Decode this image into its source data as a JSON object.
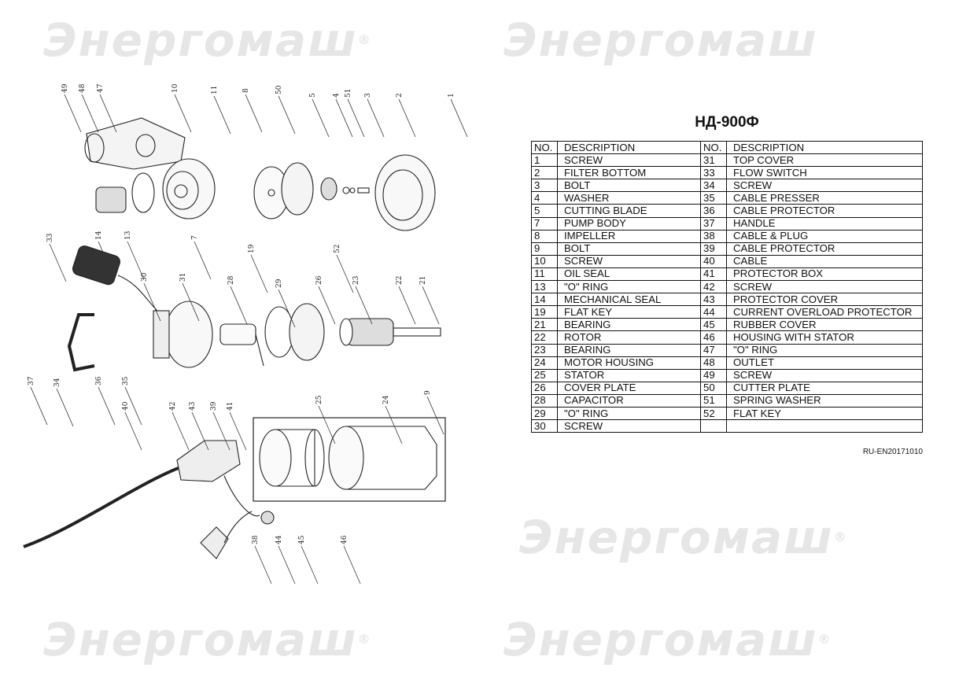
{
  "document": {
    "title": "НД-900Ф",
    "doc_code": "RU-EN20171010",
    "watermark": "Энергомаш",
    "watermark_mark": "®"
  },
  "table": {
    "headers": {
      "no": "NO.",
      "description": "DESCRIPTION"
    },
    "left": [
      {
        "no": "1",
        "desc": "SCREW"
      },
      {
        "no": "2",
        "desc": "FILTER BOTTOM"
      },
      {
        "no": "3",
        "desc": "BOLT"
      },
      {
        "no": "4",
        "desc": "WASHER"
      },
      {
        "no": "5",
        "desc": "CUTTING BLADE"
      },
      {
        "no": "7",
        "desc": "PUMP BODY"
      },
      {
        "no": "8",
        "desc": "IMPELLER"
      },
      {
        "no": "9",
        "desc": "BOLT"
      },
      {
        "no": "10",
        "desc": "SCREW"
      },
      {
        "no": "11",
        "desc": "OIL SEAL"
      },
      {
        "no": "13",
        "desc": "\"O\" RING"
      },
      {
        "no": "14",
        "desc": "MECHANICAL SEAL"
      },
      {
        "no": "19",
        "desc": "FLAT KEY"
      },
      {
        "no": "21",
        "desc": "BEARING"
      },
      {
        "no": "22",
        "desc": "ROTOR"
      },
      {
        "no": "23",
        "desc": "BEARING"
      },
      {
        "no": "24",
        "desc": "MOTOR HOUSING"
      },
      {
        "no": "25",
        "desc": "STATOR"
      },
      {
        "no": "26",
        "desc": "COVER PLATE"
      },
      {
        "no": "28",
        "desc": "CAPACITOR"
      },
      {
        "no": "29",
        "desc": "\"O\" RING"
      },
      {
        "no": "30",
        "desc": "SCREW"
      }
    ],
    "right": [
      {
        "no": "31",
        "desc": "TOP COVER"
      },
      {
        "no": "33",
        "desc": "FLOW SWITCH"
      },
      {
        "no": "34",
        "desc": "SCREW"
      },
      {
        "no": "35",
        "desc": "CABLE PRESSER"
      },
      {
        "no": "36",
        "desc": "CABLE PROTECTOR"
      },
      {
        "no": "37",
        "desc": "HANDLE"
      },
      {
        "no": "38",
        "desc": "CABLE & PLUG"
      },
      {
        "no": "39",
        "desc": "CABLE PROTECTOR"
      },
      {
        "no": "40",
        "desc": "CABLE"
      },
      {
        "no": "41",
        "desc": "PROTECTOR BOX"
      },
      {
        "no": "42",
        "desc": "SCREW"
      },
      {
        "no": "43",
        "desc": "PROTECTOR COVER"
      },
      {
        "no": "44",
        "desc": "CURRENT OVERLOAD PROTECTOR"
      },
      {
        "no": "45",
        "desc": "RUBBER COVER"
      },
      {
        "no": "46",
        "desc": "HOUSING WITH STATOR"
      },
      {
        "no": "47",
        "desc": "\"O\" RING"
      },
      {
        "no": "48",
        "desc": "OUTLET"
      },
      {
        "no": "49",
        "desc": "SCREW"
      },
      {
        "no": "50",
        "desc": "CUTTER PLATE"
      },
      {
        "no": "51",
        "desc": "SPRING WASHER"
      },
      {
        "no": "52",
        "desc": "FLAT KEY"
      },
      {
        "no": "",
        "desc": ""
      }
    ]
  },
  "diagram": {
    "callouts": [
      "49",
      "48",
      "47",
      "10",
      "11",
      "8",
      "50",
      "5",
      "4",
      "51",
      "3",
      "2",
      "1",
      "14",
      "13",
      "7",
      "19",
      "52",
      "33",
      "30",
      "31",
      "28",
      "29",
      "26",
      "23",
      "22",
      "21",
      "37",
      "34",
      "36",
      "35",
      "40",
      "42",
      "43",
      "39",
      "41",
      "25",
      "24",
      "9",
      "38",
      "44",
      "45",
      "46"
    ]
  }
}
